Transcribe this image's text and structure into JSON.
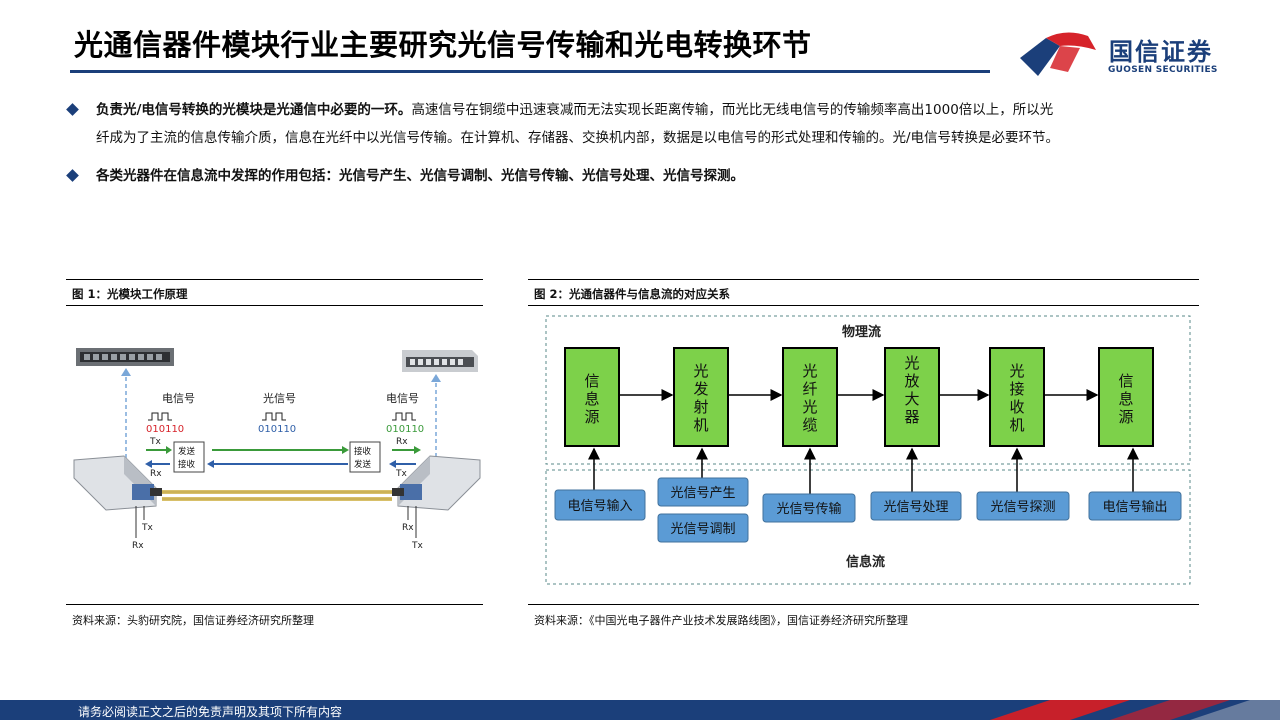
{
  "title": "光通信器件模块行业主要研究光信号传输和光电转换环节",
  "logo": {
    "cn": "国信证券",
    "en": "GUOSEN SECURITIES"
  },
  "bullets": [
    {
      "bold": "负责光/电信号转换的光模块是光通信中必要的一环。",
      "text": "高速信号在铜缆中迅速衰减而无法实现长距离传输，而光比无线电信号的传输频率高出1000倍以上，所以光",
      "line2": "纤成为了主流的信息传输介质，信息在光纤中以光信号传输。在计算机、存储器、交换机内部，数据是以电信号的形式处理和传输的。光/电信号转换是必要环节。"
    },
    {
      "bold": "各类光器件在信息流中发挥的作用包括：光信号产生、光信号调制、光信号传输、光信号处理、光信号探测。"
    }
  ],
  "figure1": {
    "caption": "图 1：光模块工作原理",
    "source": "资料来源：头豹研究院，国信证券经济研究所整理",
    "labels": {
      "elec_left": "电信号",
      "optical": "光信号",
      "elec_right": "电信号",
      "bits_left": "010110",
      "bits_mid": "010110",
      "bits_right": "010110",
      "tx_left": "Tx",
      "rx_left": "Rx",
      "rx_right": "Rx",
      "tx_right": "Tx",
      "box_left_1": "发送",
      "box_left_2": "接收",
      "box_right_1": "接收",
      "box_right_2": "发送",
      "bottom_tx_left": "Tx",
      "bottom_rx_left": "Rx",
      "bottom_rx_right": "Rx",
      "bottom_tx_right": "Tx"
    }
  },
  "figure2": {
    "caption": "图 2：光通信器件与信息流的对应关系",
    "source": "资料来源：《中国光电子器件产业技术发展路线图》，国信证券经济研究所整理",
    "physical_flow": "物理流",
    "info_flow": "信息流",
    "green_boxes": [
      {
        "label": "信息源"
      },
      {
        "label": "光发射机"
      },
      {
        "label": "光纤光缆"
      },
      {
        "label": "光放大器"
      },
      {
        "label": "光接收机"
      },
      {
        "label": "信息源"
      }
    ],
    "blue_boxes": [
      "电信号输入",
      "光信号产生",
      "光信号调制",
      "光信号传输",
      "光信号处理",
      "光信号探测",
      "电信号输出"
    ]
  },
  "footer": "请务必阅读正文之后的免责声明及其项下所有内容",
  "colors": {
    "brand": "#1b3f7a",
    "logo_red": "#d6232a",
    "green_box": "#7dd14a",
    "blue_box": "#5b9bd5",
    "footer_red": "#c7202a"
  }
}
